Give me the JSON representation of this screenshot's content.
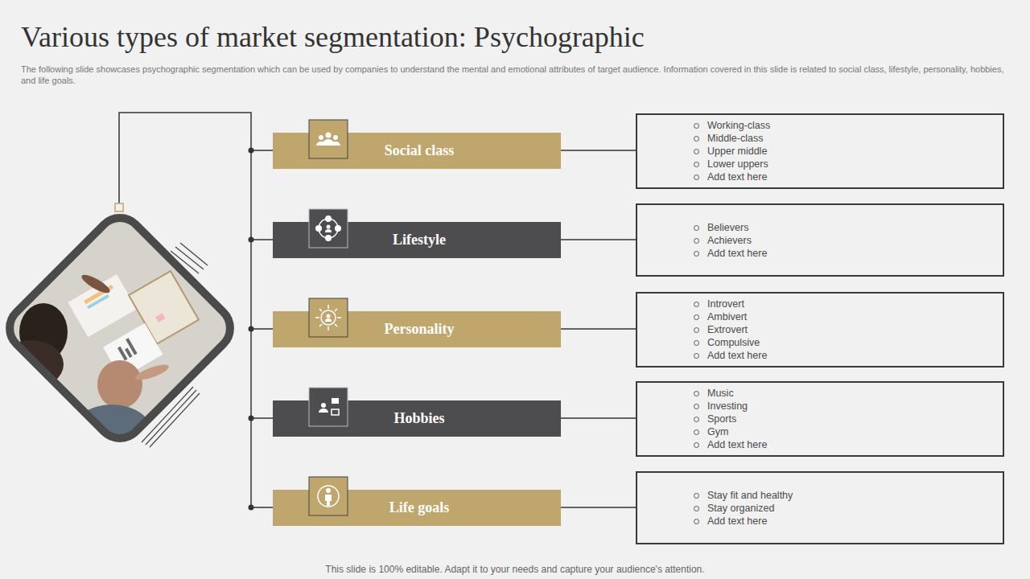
{
  "diagram": {
    "title": "Various types of market segmentation: Psychographic",
    "caption": "This slide is 100% editable. Adapt it to your needs and capture your audience's attention.",
    "nodes": [
      {
        "text": [
          "Social class"
        ]
      },
      {
        "text": [
          "Working-class",
          "Middle-class",
          "Upper middle",
          "Lower uppers",
          "Add text here"
        ]
      },
      {
        "text": [
          "Lifestyle"
        ]
      },
      {
        "text": [
          "Believers",
          "Achievers",
          "Add text here"
        ]
      },
      {
        "text": [
          "Personality"
        ]
      },
      {
        "text": [
          "Introvert",
          "Ambivert",
          "Extrovert",
          "Compulsive",
          "Add text here"
        ]
      },
      {
        "text": [
          "Hobbies"
        ]
      },
      {
        "text": [
          "Music",
          "Investing",
          "Sports",
          "Gym",
          "Add text here"
        ]
      },
      {
        "text": [
          "Life goals"
        ]
      },
      {
        "text": [
          "Stay fit and healthy",
          "Stay organized",
          "Add text here"
        ]
      }
    ],
    "edges": [
      {
        "from": 0,
        "to": 1,
        "arrow": "none"
      },
      {
        "from": 2,
        "to": 3,
        "arrow": "none"
      },
      {
        "from": 4,
        "to": 5,
        "arrow": "none"
      },
      {
        "from": 6,
        "to": 7,
        "arrow": "none"
      },
      {
        "from": 8,
        "to": 9,
        "arrow": "none"
      }
    ],
    "labels": [
      "The following slide showcases psychographic segmentation which can be used by companies to understand the mental and emotional attributes of target audience. Information covered in this slide is related to social class, lifestyle, personality, hobbies, and life goals."
    ]
  }
}
